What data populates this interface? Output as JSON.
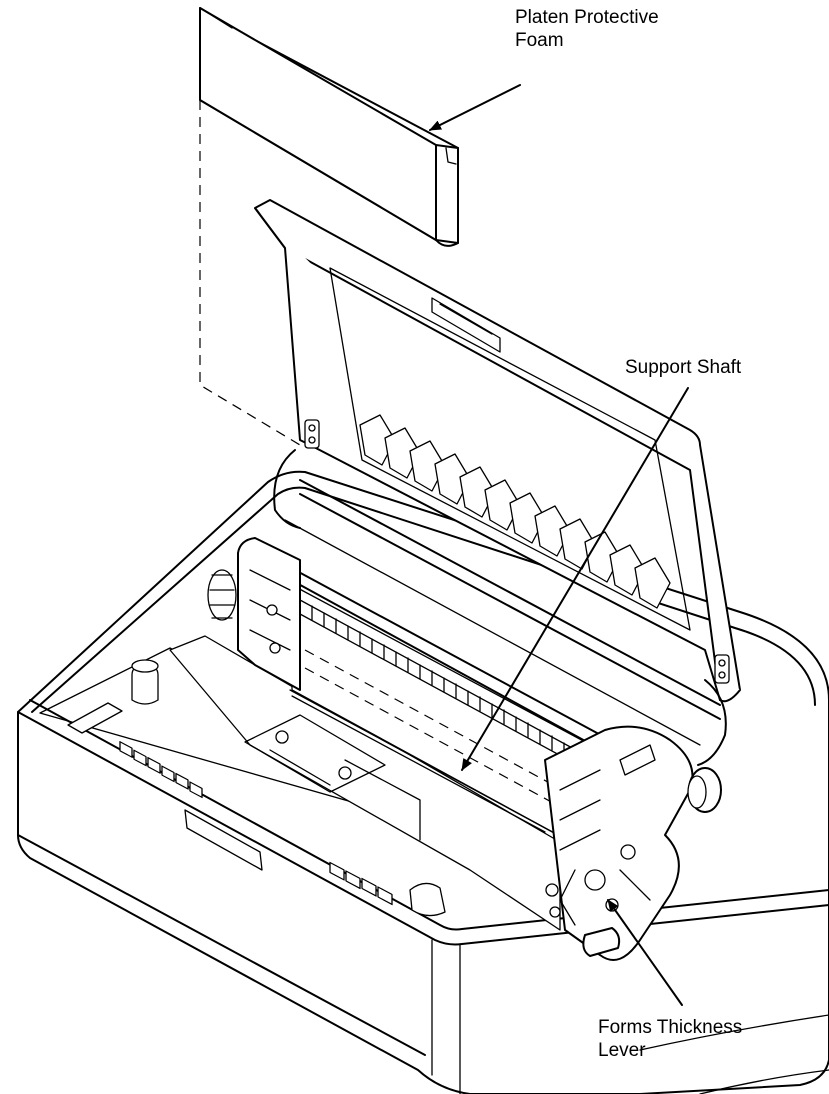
{
  "figure": {
    "callouts": [
      {
        "id": "platen-protective-foam",
        "lines": [
          "Platen Protective",
          "Foam"
        ]
      },
      {
        "id": "support-shaft",
        "lines": [
          "Support Shaft"
        ]
      },
      {
        "id": "forms-thickness-lever",
        "lines": [
          "Forms Thickness",
          "Lever"
        ]
      }
    ]
  }
}
